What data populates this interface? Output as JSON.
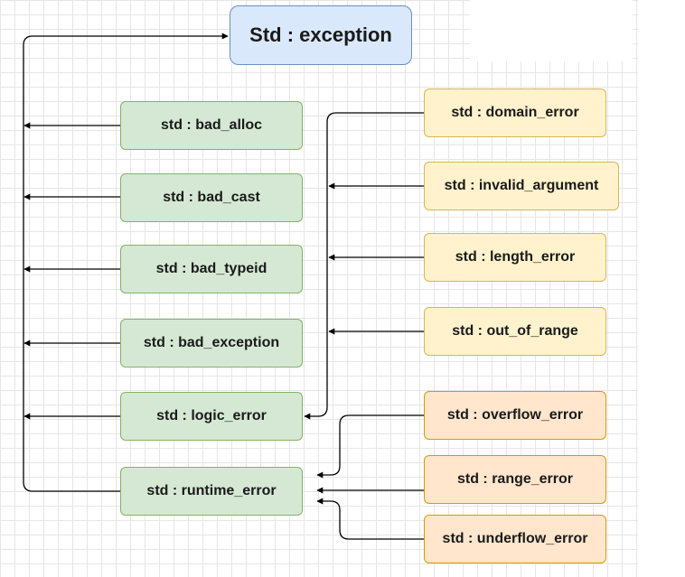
{
  "diagram": {
    "root": "Std : exception",
    "direct_children": [
      "std : bad_alloc",
      "std : bad_cast",
      "std : bad_typeid",
      "std : bad_exception",
      "std : logic_error",
      "std : runtime_error"
    ],
    "logic_error_children": [
      "std : domain_error",
      "std : invalid_argument",
      "std : length_error",
      "std : out_of_range"
    ],
    "runtime_error_children": [
      "std : overflow_error",
      "std : range_error",
      "std : underflow_error"
    ],
    "colors": {
      "root_fill": "#dae8fc",
      "root_stroke": "#6c8ebf",
      "direct_fill": "#d5e8d4",
      "direct_stroke": "#82b366",
      "logic_child_fill": "#fff2cc",
      "logic_child_stroke": "#d6b656",
      "runtime_child_fill": "#ffe6cc",
      "runtime_child_stroke": "#d79b00",
      "edge": "#000000"
    }
  }
}
